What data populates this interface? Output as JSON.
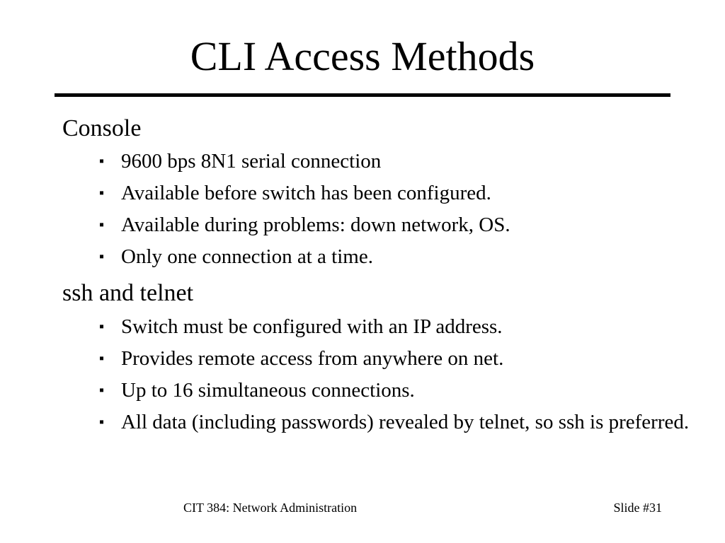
{
  "slide": {
    "title": "CLI Access Methods",
    "sections": [
      {
        "heading": "Console",
        "bullets": [
          "9600 bps 8N1 serial connection",
          "Available before switch has been configured.",
          "Available during problems: down network, OS.",
          "Only one connection at a time."
        ]
      },
      {
        "heading": "ssh and telnet",
        "bullets": [
          "Switch must be configured with an IP address.",
          "Provides remote access from anywhere on net.",
          "Up to 16 simultaneous connections.",
          "All data (including passwords) revealed by telnet, so ssh is preferred."
        ]
      }
    ],
    "bullet_glyph": "▪"
  },
  "footer": {
    "course": "CIT 384: Network Administration",
    "slide_number": "Slide #31"
  }
}
